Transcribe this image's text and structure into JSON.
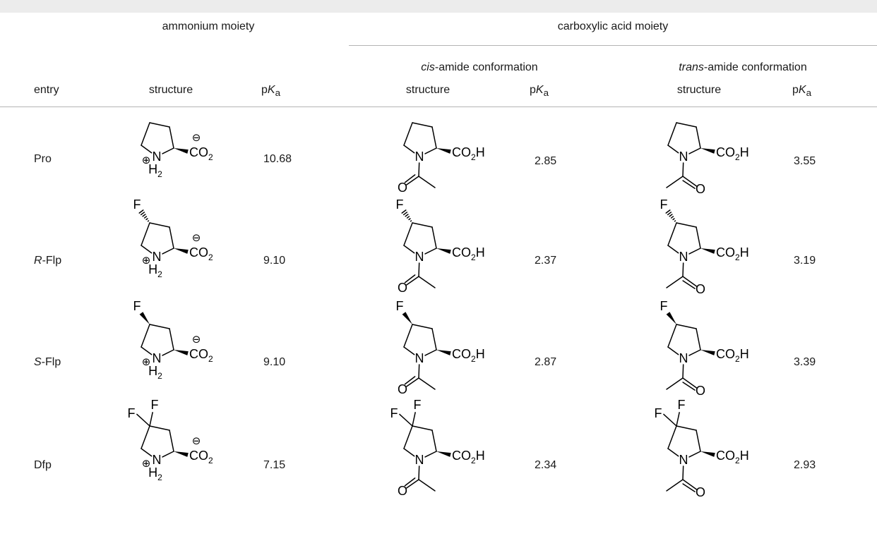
{
  "header": {
    "ammonium_moiety": "ammonium moiety",
    "carboxylic_moiety": "carboxylic acid moiety",
    "cis_prefix": "cis",
    "cis_suffix": "-amide conformation",
    "trans_prefix": "trans",
    "trans_suffix": "-amide conformation",
    "entry": "entry",
    "structure": "structure",
    "pka_p": "p",
    "pka_K": "K",
    "pka_sub": "a"
  },
  "labels": {
    "F": "F",
    "N": "N",
    "H": "H",
    "two": "2",
    "CO": "CO",
    "O": "O",
    "plus": "⊕",
    "minus": "⊖"
  },
  "rows": [
    {
      "prefix": "",
      "name": "Pro",
      "pka_ammonium": "10.68",
      "pka_cis": "2.85",
      "pka_trans": "3.55"
    },
    {
      "prefix": "R",
      "name": "-Flp",
      "pka_ammonium": "9.10",
      "pka_cis": "2.37",
      "pka_trans": "3.19"
    },
    {
      "prefix": "S",
      "name": "-Flp",
      "pka_ammonium": "9.10",
      "pka_cis": "2.87",
      "pka_trans": "3.39"
    },
    {
      "prefix": "",
      "name": "Dfp",
      "pka_ammonium": "7.15",
      "pka_cis": "2.34",
      "pka_trans": "2.93"
    }
  ]
}
